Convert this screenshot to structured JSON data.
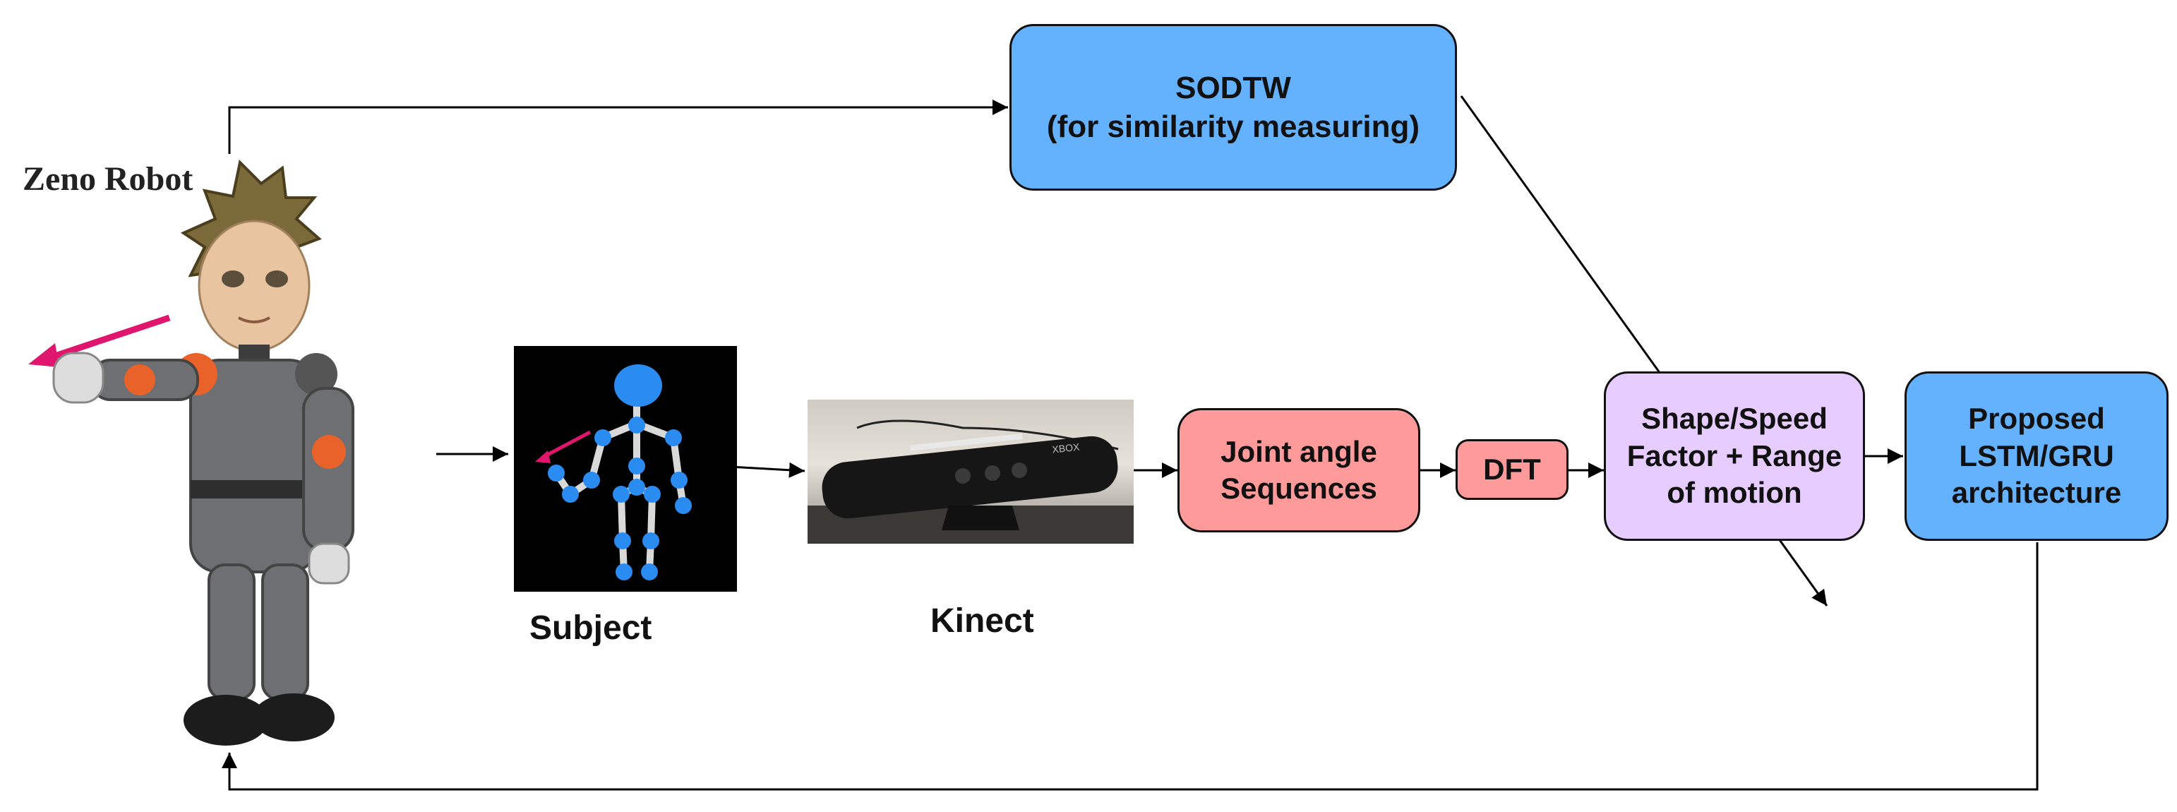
{
  "diagram": {
    "robot_label": "Zeno Robot",
    "sodtw_box": "SODTW\n(for similarity measuring)",
    "subject_label": "Subject",
    "kinect_label": "Kinect",
    "joint_angle_box": "Joint angle\nSequences",
    "dft_box": "DFT",
    "shape_speed_box": "Shape/Speed\nFactor + Range\nof motion",
    "lstm_box": "Proposed\nLSTM/GRU\narchitecture",
    "colors": {
      "blue_box": "#64b2fe",
      "pink_box": "#ff9a9a",
      "lavender_box": "#e6ccff",
      "arrow_magenta": "#e0156e",
      "skeleton_joint": "#2a8cf0"
    },
    "kinect_logo_text": "XBOX"
  }
}
